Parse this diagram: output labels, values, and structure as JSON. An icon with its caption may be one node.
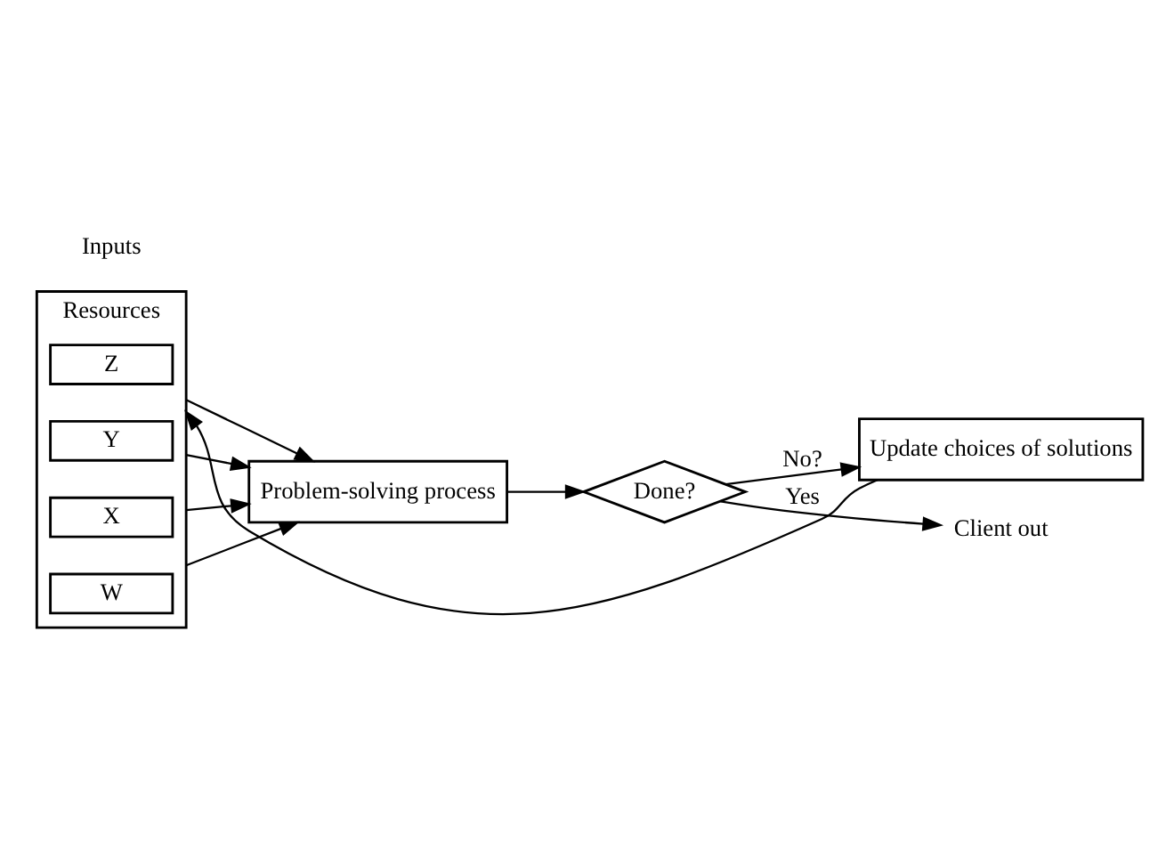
{
  "diagram": {
    "nodes": [
      {
        "text": [
          "Resources"
        ]
      },
      {
        "text": [
          "W"
        ],
        "in": 0
      },
      {
        "text": [
          "X"
        ],
        "in": 0
      },
      {
        "text": [
          "Y"
        ],
        "in": 0
      },
      {
        "text": [
          "Z"
        ],
        "in": 0
      },
      {
        "text": [
          "Problem-solving process"
        ]
      },
      {
        "text": [
          "Done?"
        ]
      },
      {
        "text": [
          "Client out"
        ]
      },
      {
        "text": [
          "Update choices of solutions"
        ]
      }
    ],
    "edges": [
      {
        "from": 0,
        "to": 5,
        "arrow": "to"
      },
      {
        "from": 0,
        "to": 5,
        "arrow": "to"
      },
      {
        "from": 0,
        "to": 5,
        "arrow": "to"
      },
      {
        "from": 0,
        "to": 5,
        "arrow": "to"
      },
      {
        "from": 5,
        "to": 6,
        "arrow": "to"
      },
      {
        "from": 6,
        "to": 7,
        "label": "Yes",
        "arrow": "to"
      },
      {
        "from": 6,
        "to": 8,
        "label": "No?",
        "arrow": "to"
      },
      {
        "from": 8,
        "to": 0,
        "arrow": "to"
      }
    ],
    "labels": [
      "Inputs"
    ]
  }
}
